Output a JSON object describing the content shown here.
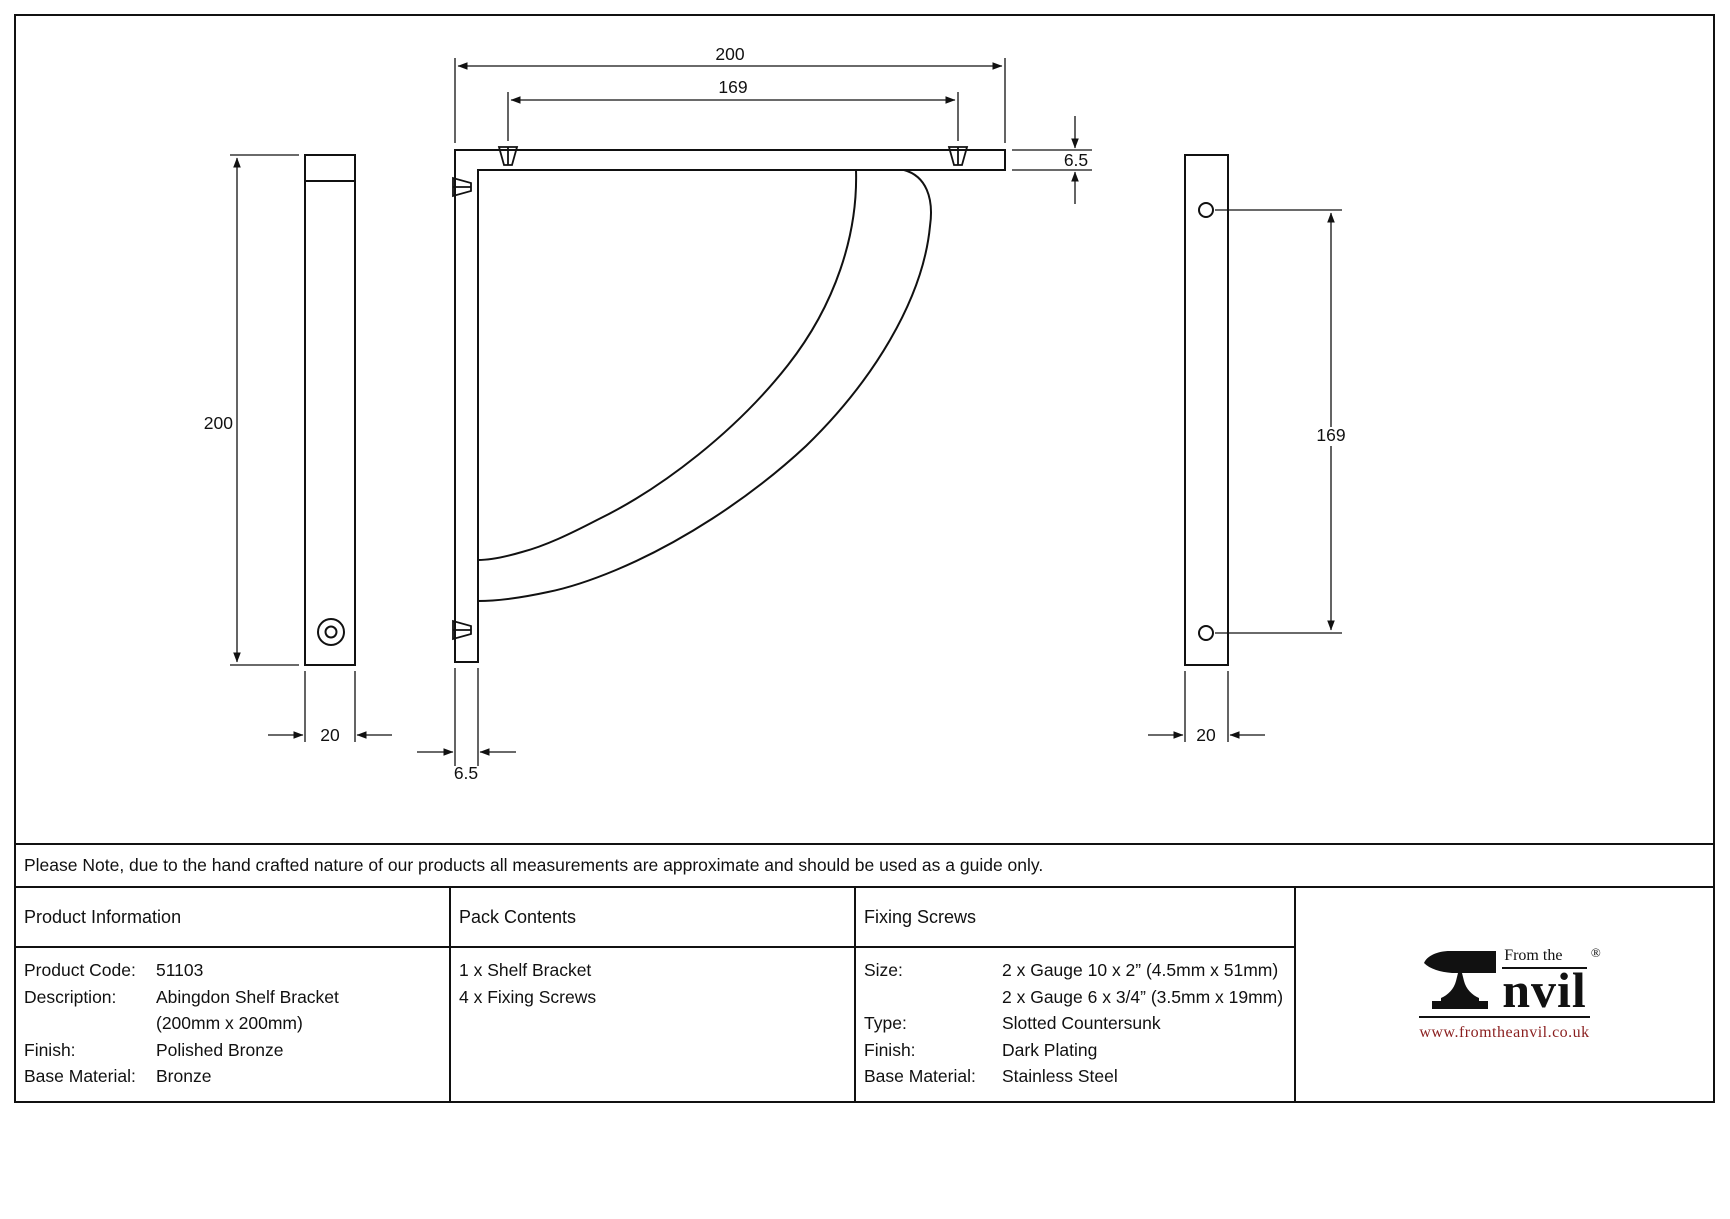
{
  "note": "Please Note, due to the hand crafted nature of our products all measurements are approximate and should be used as a guide only.",
  "drawing": {
    "dims": {
      "side_height": "200",
      "side_width": "20",
      "shelf_length": "200",
      "screw_spacing": "169",
      "shelf_thickness": "6.5",
      "upright_thickness": "6.5",
      "plate_hole_spacing": "169",
      "plate_width": "20"
    }
  },
  "product_info": {
    "title": "Product Information",
    "rows": [
      {
        "label": "Product Code:",
        "value": "51103"
      },
      {
        "label": "Description:",
        "value": "Abingdon Shelf Bracket"
      },
      {
        "label": "",
        "value": "(200mm x 200mm)"
      },
      {
        "label": "Finish:",
        "value": "Polished Bronze"
      },
      {
        "label": "Base Material:",
        "value": "Bronze"
      }
    ]
  },
  "pack_contents": {
    "title": "Pack Contents",
    "items": [
      "1 x Shelf Bracket",
      "4 x Fixing Screws"
    ]
  },
  "fixing_screws": {
    "title": "Fixing Screws",
    "rows": [
      {
        "label": "Size:",
        "value": "2 x Gauge 10 x 2” (4.5mm x 51mm)"
      },
      {
        "label": "",
        "value": "2 x Gauge 6 x 3/4” (3.5mm x 19mm)"
      },
      {
        "label": "Type:",
        "value": "Slotted Countersunk"
      },
      {
        "label": "Finish:",
        "value": "Dark Plating"
      },
      {
        "label": "Base Material:",
        "value": "Stainless Steel"
      }
    ]
  },
  "logo": {
    "from_the": "From the",
    "name_rest": "nvil",
    "reg": "®",
    "website": "www.fromtheanvil.co.uk",
    "brand_color": "#8a1e1e"
  }
}
